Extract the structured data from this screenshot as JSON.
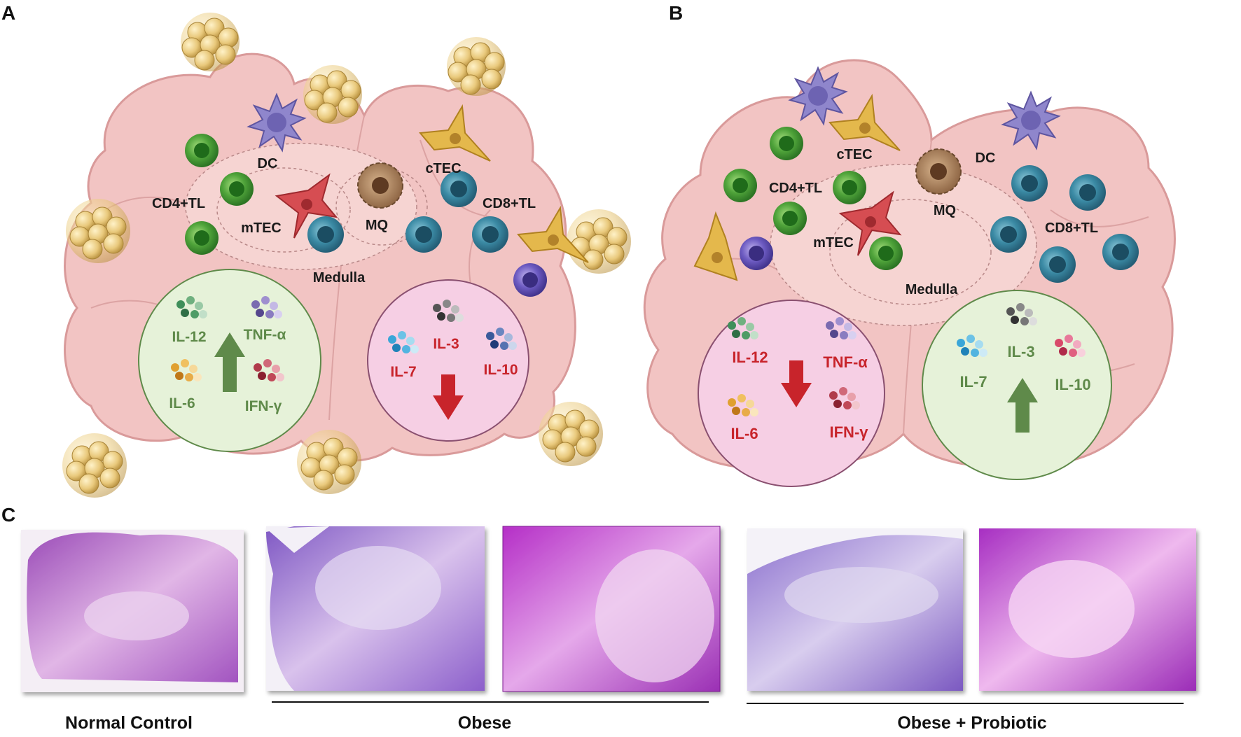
{
  "panel_letters": {
    "a": "A",
    "b": "B",
    "c": "C"
  },
  "panel_a": {
    "cells": {
      "dc": "DC",
      "ctec": "cTEC",
      "cd4": "CD4+TL",
      "cd8": "CD8+TL",
      "mtec": "mTEC",
      "mq": "MQ"
    },
    "region": "Medulla",
    "up_group": {
      "il12": "IL-12",
      "tnfa": "TNF-α",
      "il6": "IL-6",
      "ifng": "IFN-γ"
    },
    "down_group": {
      "il3": "IL-3",
      "il7": "IL-7",
      "il10": "IL-10"
    }
  },
  "panel_b": {
    "cells": {
      "dc": "DC",
      "ctec": "cTEC",
      "cd4": "CD4+TL",
      "cd8": "CD8+TL",
      "mtec": "mTEC",
      "mq": "MQ"
    },
    "region": "Medulla",
    "down_group": {
      "il12": "IL-12",
      "tnfa": "TNF-α",
      "il6": "IL-6",
      "ifng": "IFN-γ"
    },
    "up_group": {
      "il3": "IL-3",
      "il7": "IL-7",
      "il10": "IL-10"
    }
  },
  "panel_c": {
    "captions": {
      "normal": "Normal Control",
      "obese": "Obese",
      "probiotic": "Obese + Probiotic"
    }
  },
  "colors": {
    "up_green": "#5f8a4a",
    "down_red": "#c8242b",
    "thymus_pink": "#f2c4c3",
    "adipose_gold": "#e8c878",
    "he_purple": "#b04cc8"
  }
}
